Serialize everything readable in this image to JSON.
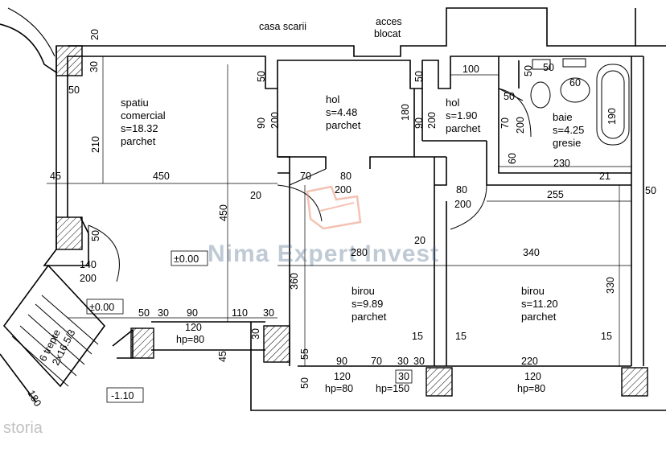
{
  "rooms": {
    "spatiu": [
      "spatiu",
      "comercial",
      "s=18.32",
      "parchet"
    ],
    "hol1": [
      "hol",
      "s=4.48",
      "parchet"
    ],
    "hol2": [
      "hol",
      "s=1.90",
      "parchet"
    ],
    "baie": [
      "baie",
      "s=4.25",
      "gresie"
    ],
    "birou1": [
      "birou",
      "s=9.89",
      "parchet"
    ],
    "birou2": [
      "birou",
      "s=11.20",
      "parchet"
    ]
  },
  "labels": {
    "casa_scarii": "casa scarii",
    "acces": "acces",
    "blocat": "blocat",
    "trepte1": "6 trepte",
    "trepte2": "2x16.5/3",
    "level_a": "±0.00",
    "level_b": "±0.00",
    "level_c": "-1.10",
    "watermark": "Nima Expert Invest",
    "storia": "storia"
  },
  "dims": {
    "d20a": "20",
    "d30a": "30",
    "d50a": "50",
    "d210": "210",
    "d45a": "45",
    "d450a": "450",
    "d50b": "50",
    "d90a": "90",
    "d200a": "200",
    "d180": "180",
    "d90b": "90",
    "d50c": "50",
    "d200b": "200",
    "d100": "100",
    "d50d": "50",
    "d60a": "60",
    "d50e": "50",
    "d70a": "70",
    "d200c": "200",
    "d190": "190",
    "d60b": "60",
    "d230": "230",
    "d21": "21",
    "d50f": "50",
    "d20b": "20",
    "d70b": "70",
    "d80a": "80",
    "d200d": "200",
    "d450b": "450",
    "d80b": "80",
    "d200e": "200",
    "d255": "255",
    "d50g": "50",
    "d140": "140",
    "d200f": "200",
    "d280": "280",
    "d20c": "20",
    "d340": "340",
    "d360": "360",
    "d330": "330",
    "d50h": "50",
    "d30b": "30",
    "d90c": "90",
    "d110": "110",
    "d30c": "30",
    "d120a": "120",
    "hp80a": "hp=80",
    "d30d": "30",
    "d45b": "45",
    "d55": "55",
    "d15a": "15",
    "d15b": "15",
    "d15c": "15",
    "d90d": "90",
    "d70c": "70",
    "d30e": "30",
    "d30f": "30",
    "d220": "220",
    "d50i": "50",
    "d120b": "120",
    "hp80b": "hp=80",
    "d30g": "30",
    "hp150": "hp=150",
    "d120c": "120",
    "hp80c": "hp=80",
    "d180b": "180"
  },
  "colors": {
    "watermark_logo": "#e8866a",
    "watermark_text": "#4a6a8a"
  }
}
